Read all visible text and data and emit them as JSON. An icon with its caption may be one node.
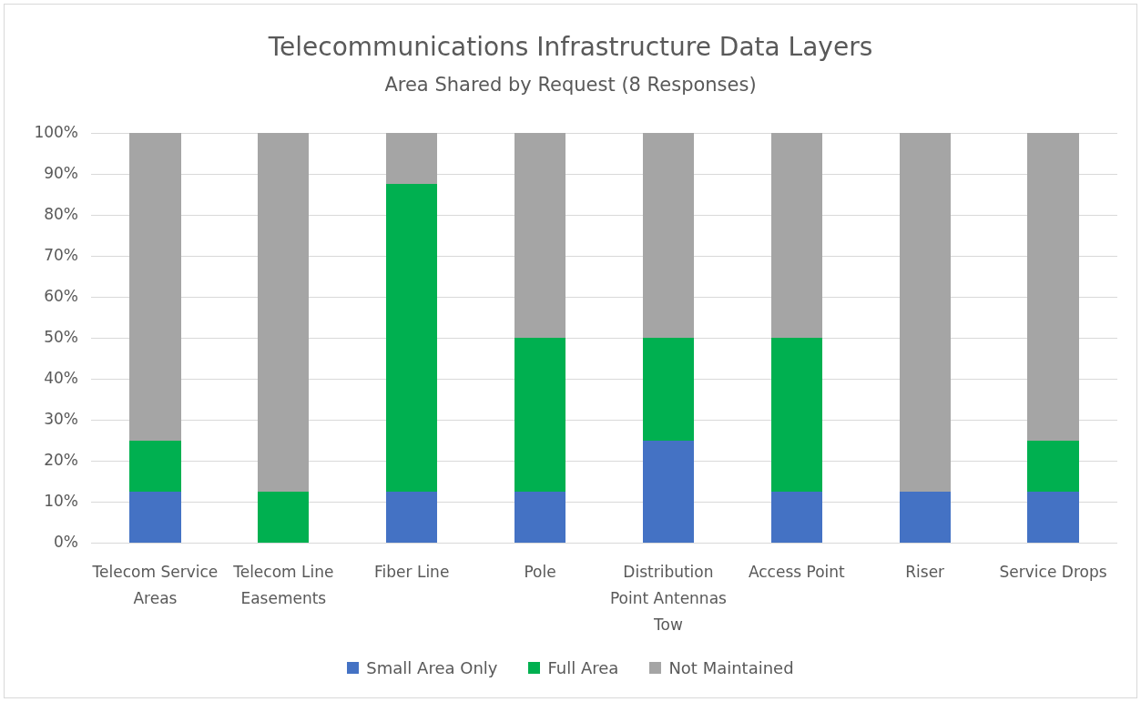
{
  "diagram": {
    "title": "Telecommunications Infrastructure Data Layers",
    "chart_data": {
      "type": "bar",
      "legend": "bottom",
      "title": "Area Shared by Request (8 Responses)",
      "stacked": true,
      "orientation": "vertical",
      "categories": [
        "Telecom Service Areas",
        "Telecom Line Easements",
        "Fiber Line",
        "Pole",
        "Distribution Point Antennas Tow",
        "Access Point",
        "Riser",
        "Service Drops"
      ],
      "series": [
        {
          "name": "Small Area Only",
          "color": "#4472c4",
          "values": [
            12.5,
            0,
            12.5,
            12.5,
            25,
            12.5,
            12.5,
            12.5
          ]
        },
        {
          "name": "Full Area",
          "color": "#00b050",
          "values": [
            12.5,
            12.5,
            75,
            37.5,
            25,
            37.5,
            0,
            12.5
          ]
        },
        {
          "name": "Not Maintained",
          "color": "#a5a5a5",
          "values": [
            75,
            87.5,
            12.5,
            50,
            50,
            50,
            87.5,
            75
          ]
        }
      ],
      "ylim": [
        0,
        100
      ],
      "yticks": [
        {
          "value": 0,
          "label": "0%"
        },
        {
          "value": 10,
          "label": "10%"
        },
        {
          "value": 20,
          "label": "20%"
        },
        {
          "value": 30,
          "label": "30%"
        },
        {
          "value": 40,
          "label": "40%"
        },
        {
          "value": 50,
          "label": "50%"
        },
        {
          "value": 60,
          "label": "60%"
        },
        {
          "value": 70,
          "label": "70%"
        },
        {
          "value": 80,
          "label": "80%"
        },
        {
          "value": 90,
          "label": "90%"
        },
        {
          "value": 100,
          "label": "100%"
        }
      ]
    }
  }
}
